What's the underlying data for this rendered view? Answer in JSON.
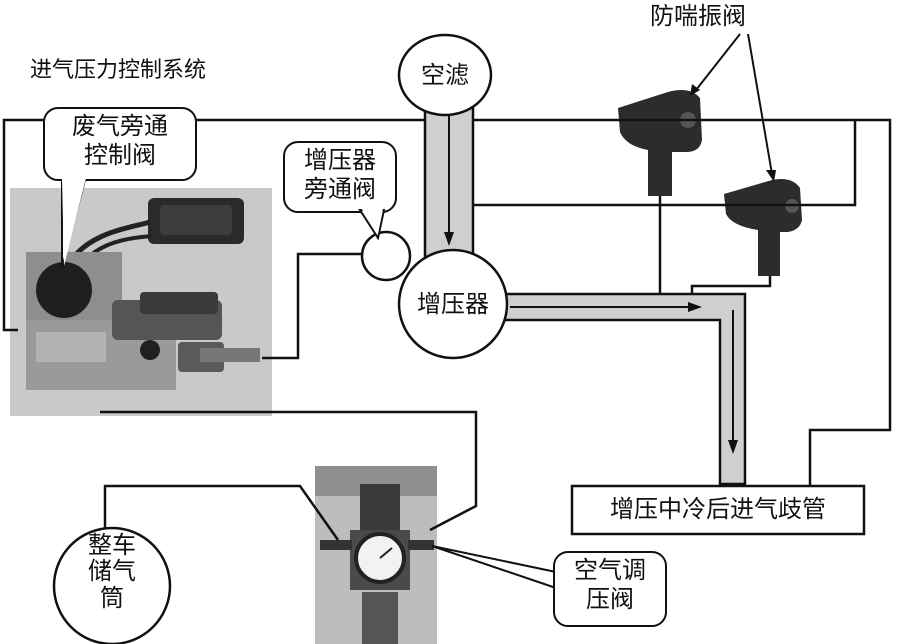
{
  "labels": {
    "system_title": "进气压力控制系统",
    "air_filter": "空滤",
    "anti_surge_valve": "防喘振阀",
    "wastegate_valve_line1": "废气旁通",
    "wastegate_valve_line2": "控制阀",
    "turbo_bypass_valve_line1": "增压器",
    "turbo_bypass_valve_line2": "旁通阀",
    "turbocharger": "增压器",
    "intake_manifold": "增压中冷后进气歧管",
    "vehicle_reservoir_line1": "整车",
    "vehicle_reservoir_line2": "储气",
    "vehicle_reservoir_line3": "筒",
    "air_regulator_line1": "空气调",
    "air_regulator_line2": "压阀"
  },
  "colors": {
    "line": "#111111",
    "duct_fill": "#cfcfcf",
    "photo_bg": "#c6c6c6",
    "device_dark": "#2b2b2b",
    "device_mid": "#6a6a6a"
  }
}
